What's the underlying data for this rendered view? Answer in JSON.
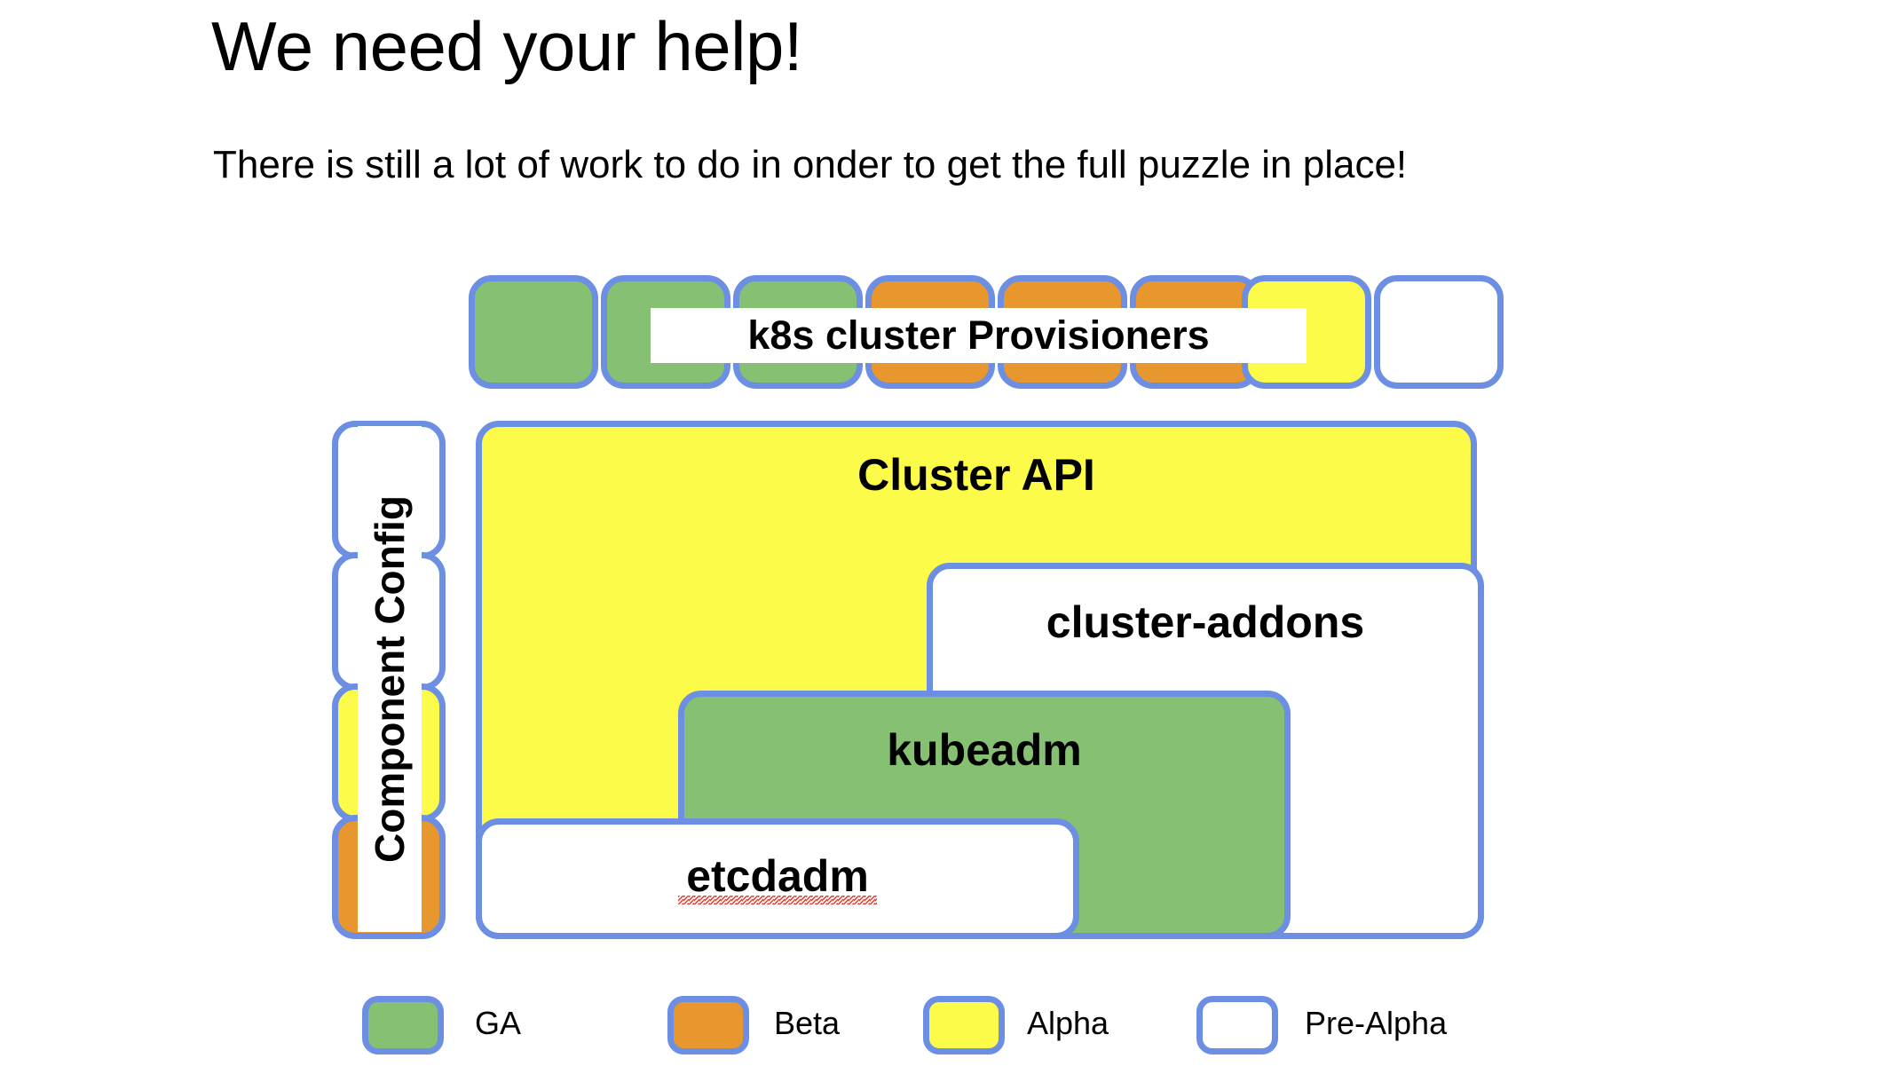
{
  "slide": {
    "title": "We need your help!",
    "subtitle": "There is still a lot of work to do in onder to get the full puzzle in place!"
  },
  "colors": {
    "border": "#6d8fe3",
    "ga_green": "#86c072",
    "beta_orange": "#e8962e",
    "alpha_yellow": "#fdfb4a",
    "prealpha_white": "#ffffff",
    "spellcheck_red": "#e03b2c"
  },
  "provisioner_row": {
    "label": "k8s cluster Provisioners",
    "boxes": [
      {
        "maturity": "GA"
      },
      {
        "maturity": "GA"
      },
      {
        "maturity": "GA"
      },
      {
        "maturity": "Beta"
      },
      {
        "maturity": "Beta"
      },
      {
        "maturity": "Beta"
      },
      {
        "maturity": "Alpha"
      },
      {
        "maturity": "Pre-Alpha"
      }
    ]
  },
  "component_config": {
    "label": "Component Config",
    "boxes": [
      {
        "maturity": "Pre-Alpha"
      },
      {
        "maturity": "Pre-Alpha"
      },
      {
        "maturity": "Alpha"
      },
      {
        "maturity": "Beta"
      }
    ]
  },
  "stack": {
    "cluster_api": {
      "label": "Cluster API",
      "maturity": "Alpha"
    },
    "cluster_addons": {
      "label": "cluster-addons",
      "maturity": "Pre-Alpha"
    },
    "kubeadm": {
      "label": "kubeadm",
      "maturity": "GA"
    },
    "etcdadm": {
      "label": "etcdadm",
      "maturity": "Pre-Alpha",
      "spellcheck_underline": true
    }
  },
  "legend": {
    "items": [
      {
        "label": "GA",
        "maturity": "GA"
      },
      {
        "label": "Beta",
        "maturity": "Beta"
      },
      {
        "label": "Alpha",
        "maturity": "Alpha"
      },
      {
        "label": "Pre-Alpha",
        "maturity": "Pre-Alpha"
      }
    ]
  }
}
